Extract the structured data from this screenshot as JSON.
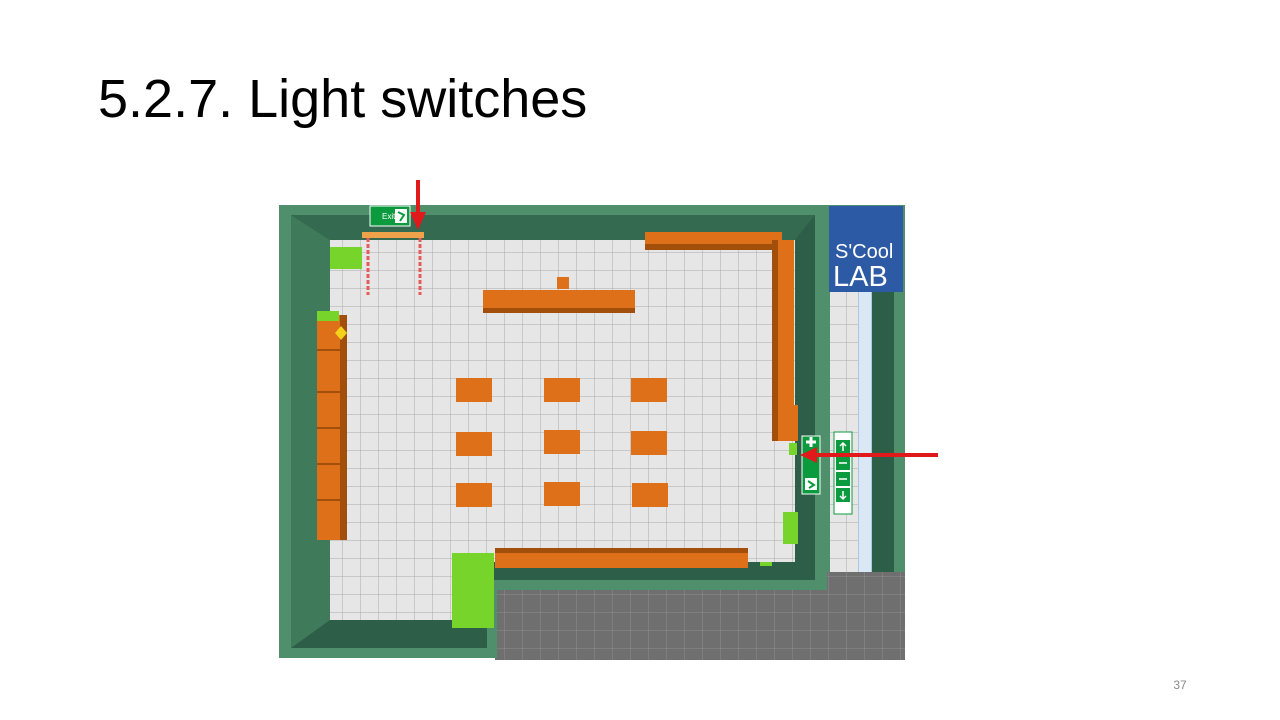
{
  "slide": {
    "title": "5.2.7. Light switches",
    "page_number": "37"
  },
  "floorplan": {
    "logo_line1": "S'Cool",
    "logo_line2": "LAB",
    "exit_sign_label": "Exit",
    "colors": {
      "wall_outer": "#4f8f6c",
      "wall_inner": "#2d5e47",
      "floor": "#e6e6e6",
      "grid": "#a9a9a9",
      "furniture": "#dd7018",
      "green_block": "#76d42a",
      "logo_bg": "#2d5aa5",
      "arrow": "#e01a1a",
      "corridor_floor": "#6f6f6f"
    }
  }
}
